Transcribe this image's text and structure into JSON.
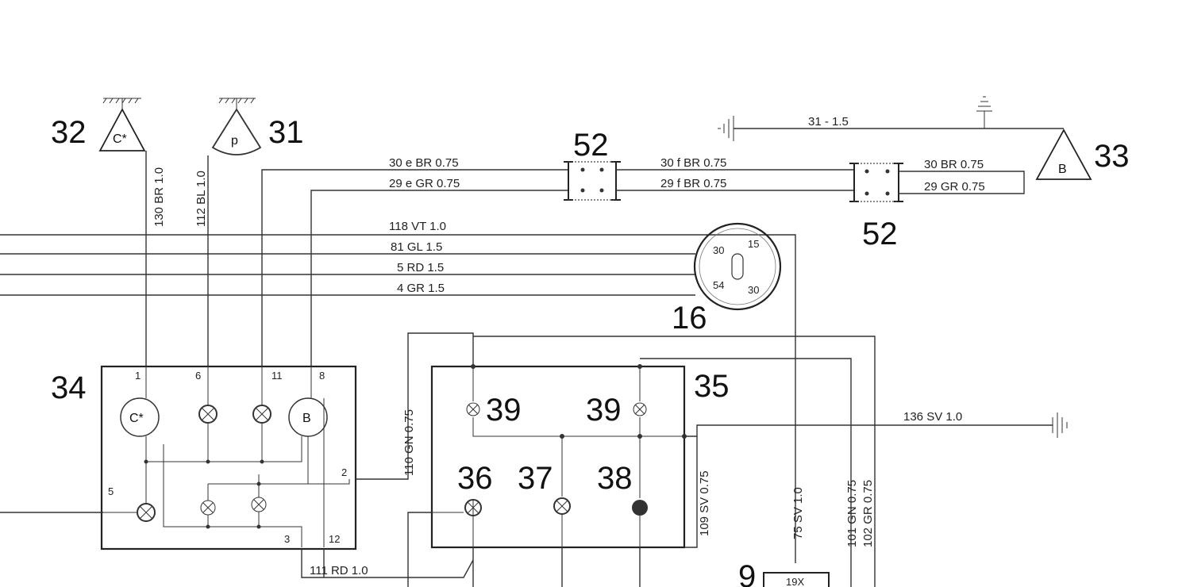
{
  "components": {
    "c32": {
      "number": "32",
      "symbol": "C*"
    },
    "c31": {
      "number": "31",
      "symbol": "p"
    },
    "c33": {
      "number": "33",
      "symbol": "B"
    },
    "c52a": {
      "number": "52"
    },
    "c52b": {
      "number": "52"
    },
    "c16": {
      "number": "16",
      "terminals": [
        "30",
        "15",
        "54",
        "30"
      ]
    },
    "c34": {
      "number": "34",
      "gauge_left": "C*",
      "gauge_right": "B",
      "pins": [
        "1",
        "6",
        "11",
        "8",
        "2",
        "5",
        "3",
        "12"
      ]
    },
    "c35": {
      "number": "35",
      "lamps": [
        "39",
        "39",
        "36",
        "37",
        "38"
      ]
    },
    "c9": {
      "number": "9",
      "partial_text": "19X"
    }
  },
  "wires": {
    "w30e": "30 e BR 0.75",
    "w29e": "29 e GR 0.75",
    "w30f": "30 f BR 0.75",
    "w29f": "29 f BR 0.75",
    "w30": "30 BR 0.75",
    "w29": "29 GR 0.75",
    "w31": "31 - 1.5",
    "w118": "118 VT 1.0",
    "w81": "81 GL 1.5",
    "w5": "5 RD 1.5",
    "w4": "4 GR 1.5",
    "w130": "130 BR 1.0",
    "w112": "112 BL 1.0",
    "w110": "110 GN 0.75",
    "w109": "109 SV 0.75",
    "w136": "136 SV 1.0",
    "w111": "111 RD 1.0",
    "w75": "75 SV 1.0",
    "w101": "101 GN 0.75",
    "w102": "102 GR 0.75"
  }
}
